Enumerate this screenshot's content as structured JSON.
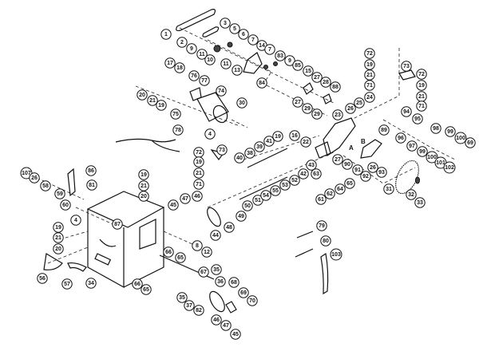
{
  "diagram": {
    "callouts": [
      "1",
      "2",
      "9",
      "11",
      "10",
      "11",
      "13",
      "3",
      "5",
      "6",
      "7",
      "14",
      "7",
      "83",
      "9",
      "85",
      "15",
      "27",
      "28",
      "88",
      "27",
      "29",
      "29",
      "84",
      "17",
      "18",
      "76",
      "77",
      "74",
      "30",
      "20",
      "21",
      "19",
      "75",
      "4",
      "78",
      "72",
      "73",
      "19",
      "21",
      "71",
      "72",
      "19",
      "21",
      "71",
      "24",
      "25",
      "26",
      "23",
      "94",
      "95",
      "96",
      "97",
      "89",
      "98",
      "99",
      "100",
      "69",
      "99",
      "100",
      "101",
      "102",
      "22",
      "27",
      "90",
      "91",
      "92",
      "26",
      "93",
      "43",
      "42",
      "63",
      "65",
      "64",
      "62",
      "61",
      "31",
      "32",
      "33",
      "72",
      "73",
      "19",
      "21",
      "71",
      "40",
      "38",
      "39",
      "41",
      "19",
      "16",
      "47",
      "46",
      "48",
      "44",
      "49",
      "50",
      "51",
      "54",
      "55",
      "53",
      "52",
      "79",
      "107",
      "26",
      "58",
      "59",
      "60",
      "86",
      "81",
      "19",
      "21",
      "20",
      "4",
      "87",
      "19",
      "21",
      "20",
      "45",
      "8",
      "12",
      "66",
      "65",
      "56",
      "57",
      "34",
      "66",
      "65",
      "67",
      "35",
      "36",
      "68",
      "35",
      "37",
      "82",
      "46",
      "47",
      "45",
      "69",
      "70",
      "80",
      "103"
    ],
    "letters": [
      "A",
      "B"
    ]
  }
}
